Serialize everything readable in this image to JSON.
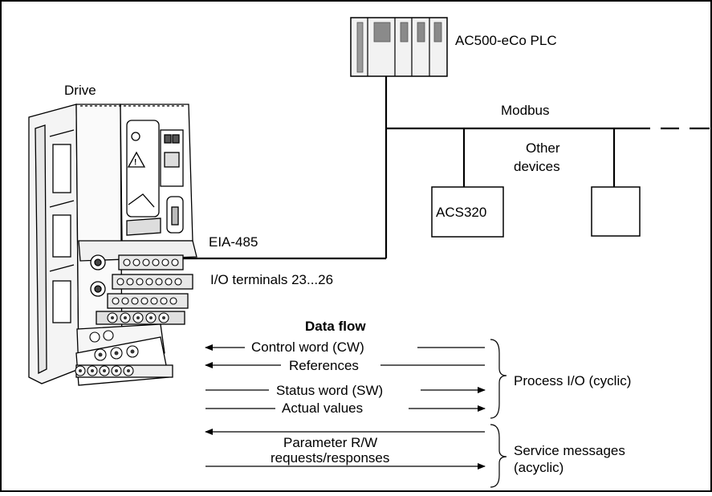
{
  "labels": {
    "drive": "Drive",
    "plc": "AC500-eCo PLC",
    "modbus": "Modbus",
    "other_devices_line1": "Other",
    "other_devices_line2": "devices",
    "acs320": "ACS320",
    "eia485": "EIA-485",
    "io_terminals": "I/O terminals 23...26"
  },
  "dataflow": {
    "title": "Data flow",
    "control_word": "Control word (CW)",
    "references": "References",
    "status_word": "Status word (SW)",
    "actual_values": "Actual values",
    "param_line1": "Parameter R/W",
    "param_line2": "requests/responses",
    "process_io": "Process I/O (cyclic)",
    "service_line1": "Service messages",
    "service_line2": "(acyclic)"
  }
}
